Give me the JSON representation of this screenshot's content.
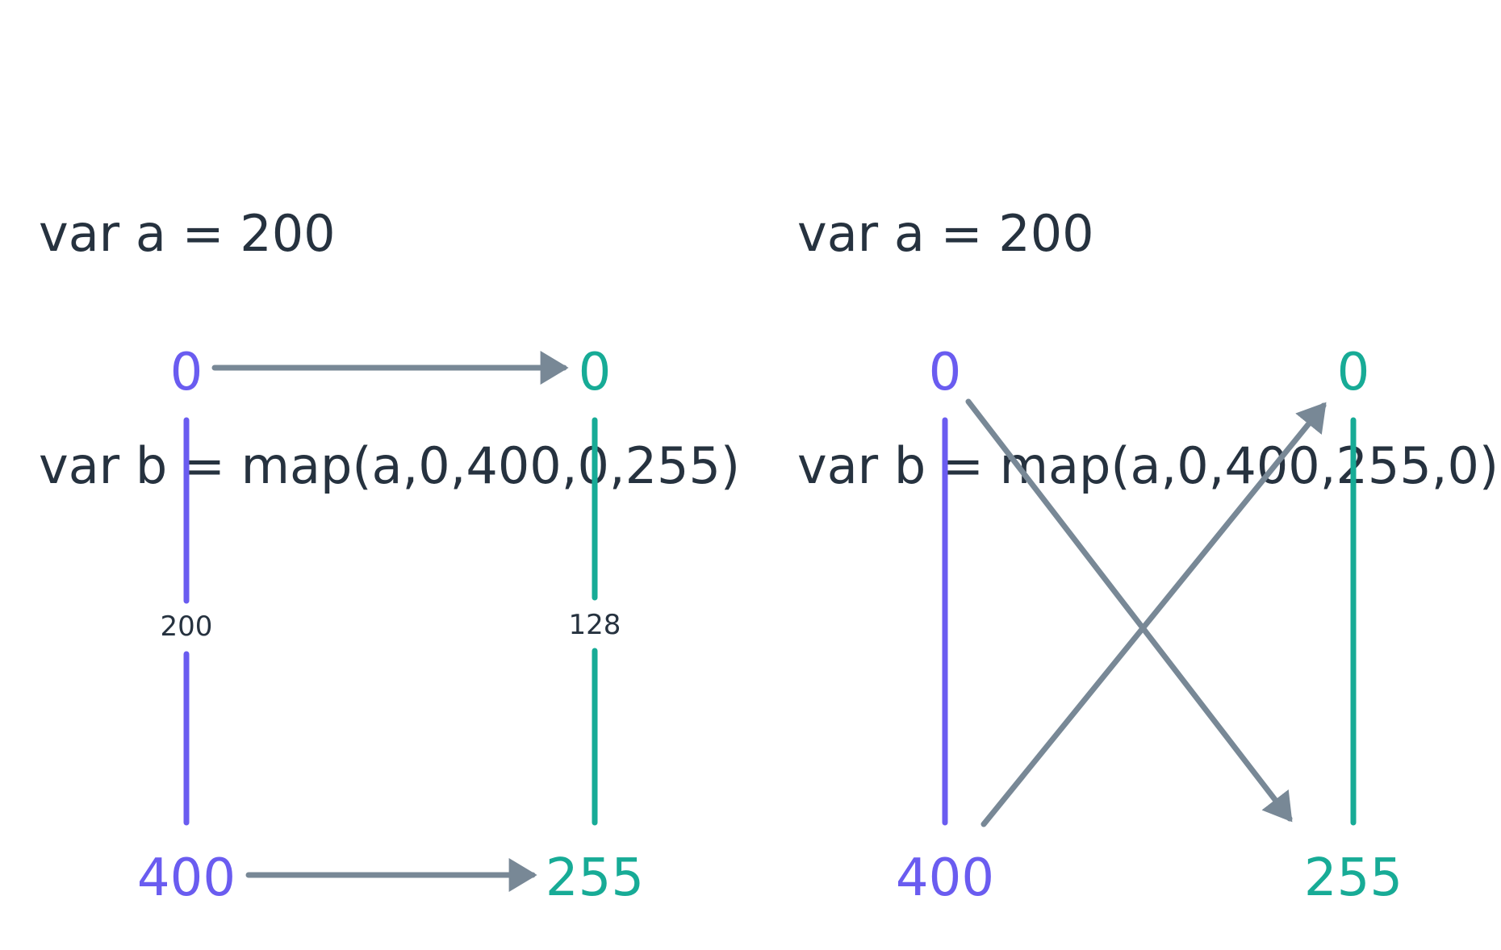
{
  "colors": {
    "text": "#26323f",
    "input_range": "#6a5cf0",
    "output_range": "#17ab96",
    "arrow": "#788896"
  },
  "left_panel": {
    "code_line1": "var a = 200",
    "code_line2": "var b = map(a,0,400,0,255)",
    "input_top": "0",
    "input_bottom": "400",
    "input_value": "200",
    "output_top": "0",
    "output_bottom": "255",
    "output_value": "128"
  },
  "right_panel": {
    "code_line1": "var a = 200",
    "code_line2": "var b = map(a,0,400,255,0)",
    "input_top": "0",
    "input_bottom": "400",
    "output_top": "0",
    "output_bottom": "255"
  }
}
